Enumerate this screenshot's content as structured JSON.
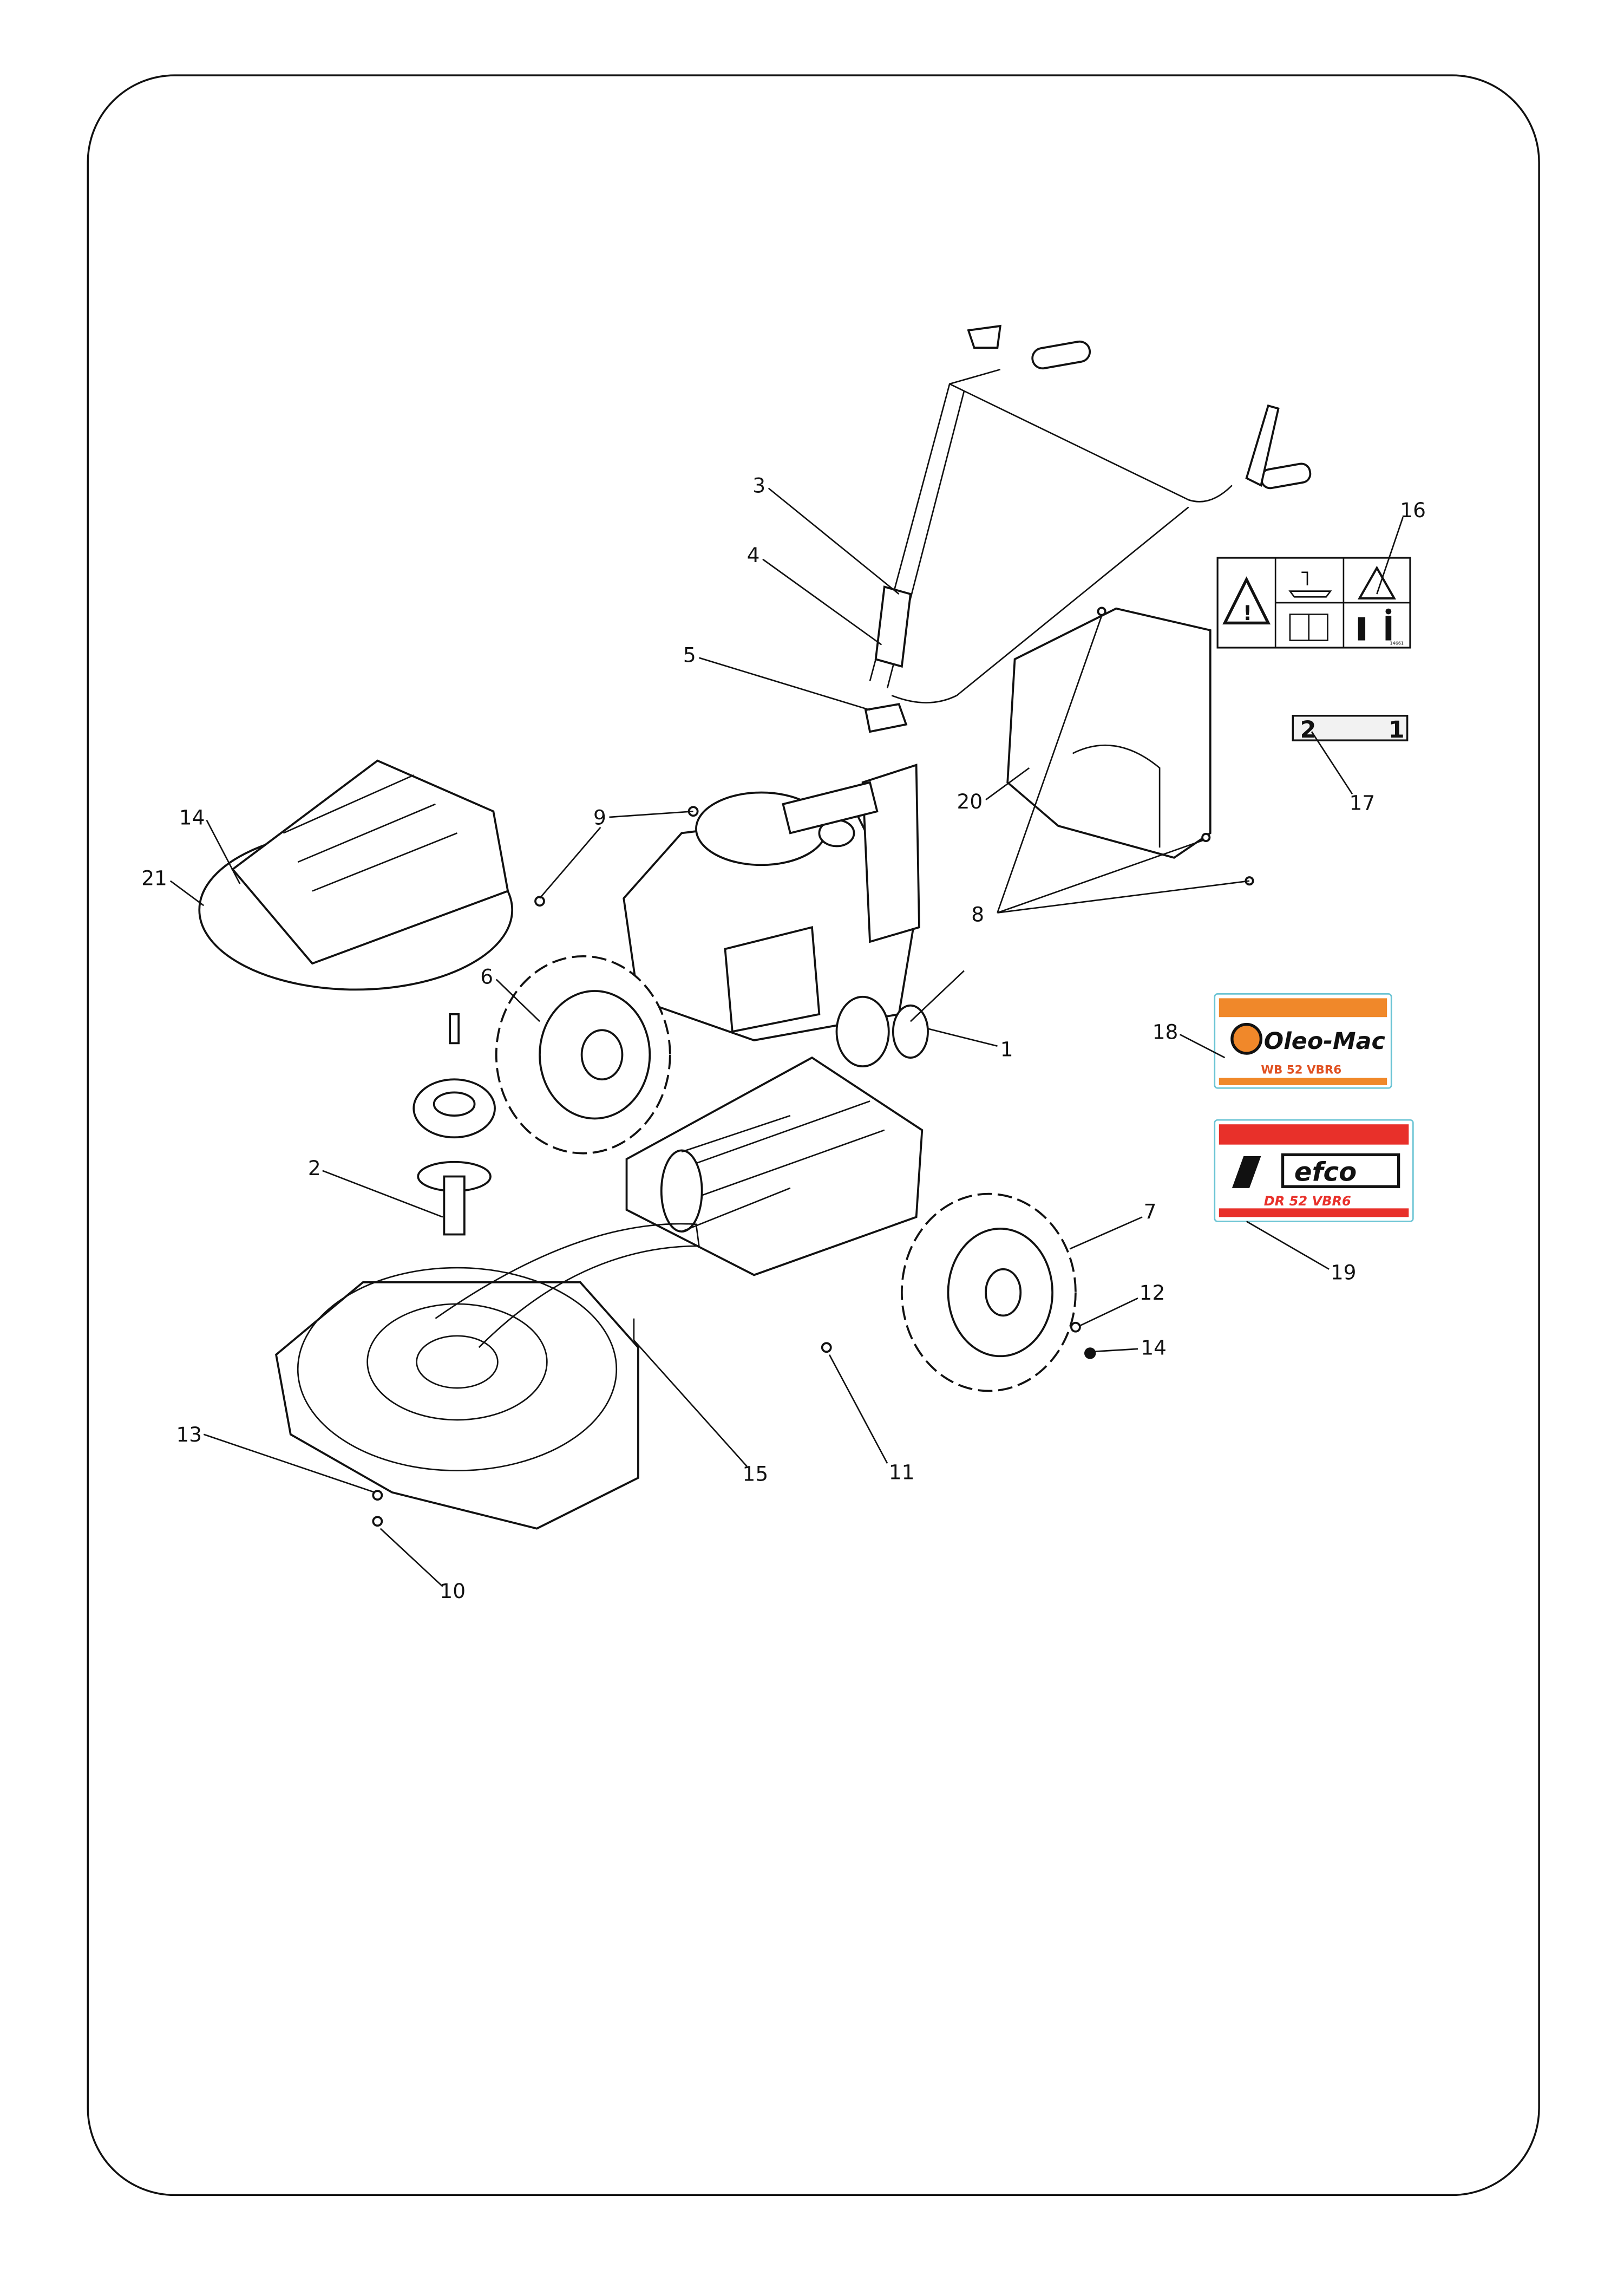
{
  "diagram": {
    "type": "exploded-parts-view",
    "callouts": [
      "1",
      "2",
      "3",
      "4",
      "5",
      "6",
      "7",
      "8",
      "9",
      "10",
      "11",
      "12",
      "13",
      "14",
      "14",
      "15",
      "16",
      "17",
      "18",
      "19",
      "20",
      "21"
    ]
  },
  "decals": {
    "safety": {
      "code": "14661"
    },
    "gear_label": {
      "left": "2",
      "right": "1"
    },
    "oleomac": {
      "brand": "Oleo-Mac",
      "model": "WB 52 VBR6",
      "accent": "#f0882a"
    },
    "efco": {
      "brand": "efco",
      "model": "DR 52 VBR6",
      "accent": "#e8302a"
    }
  }
}
